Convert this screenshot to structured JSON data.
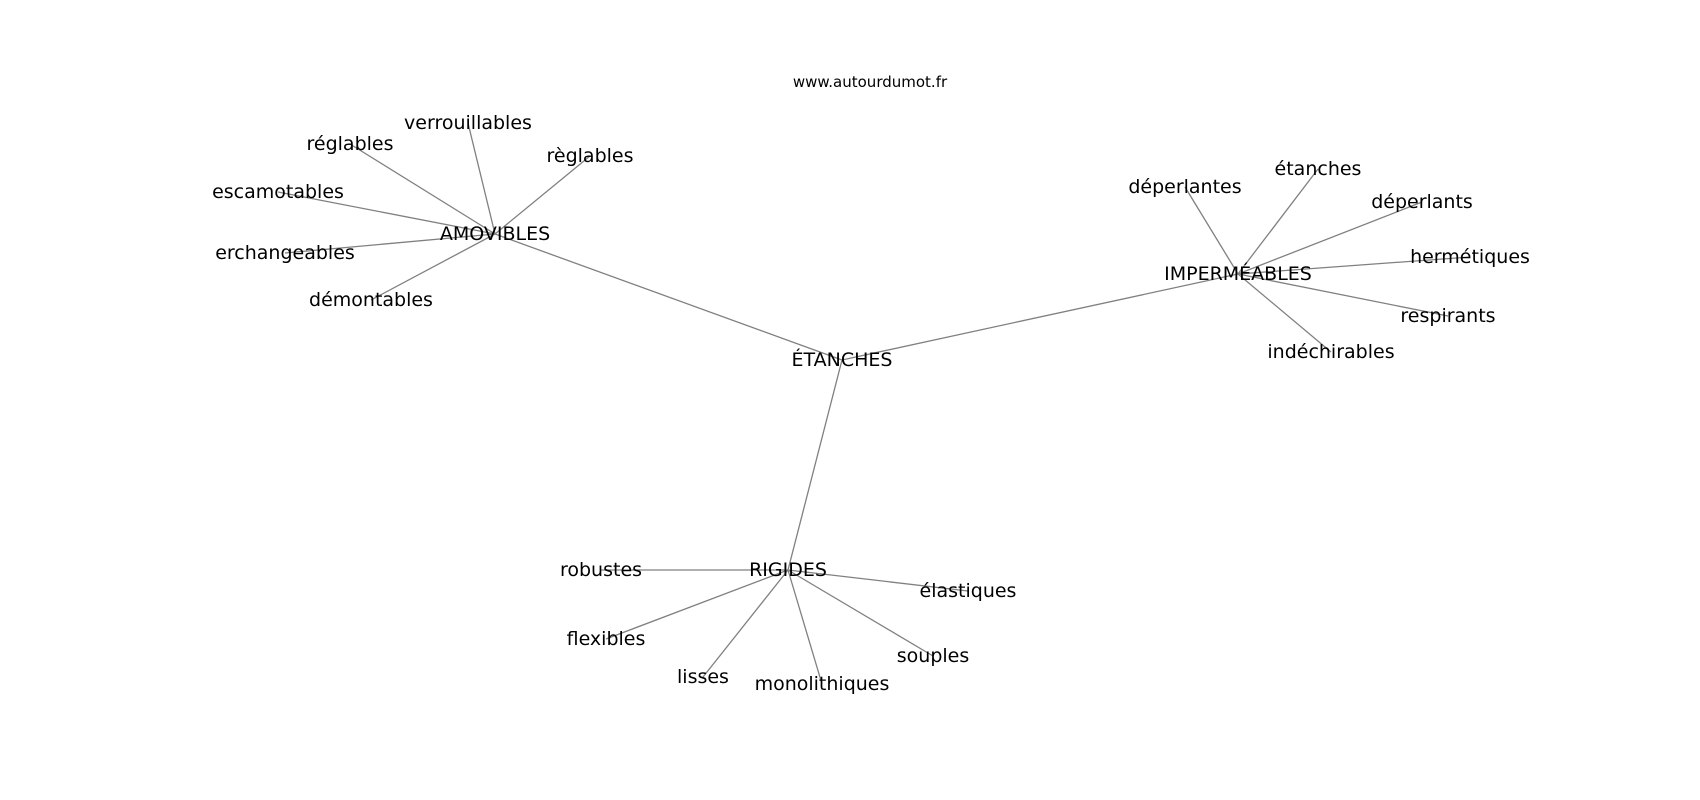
{
  "site": "www.autourdumot.fr",
  "edge_color": "#808080",
  "center": "ÉTANCHES",
  "groups": [
    {
      "hub": "AMOVIBLES",
      "leaves": [
        "verrouillables",
        "réglables",
        "règlables",
        "escamotables",
        "erchangeables",
        "démontables"
      ]
    },
    {
      "hub": "IMPERMÉABLES",
      "leaves": [
        "déperlantes",
        "étanches",
        "déperlants",
        "hermétiques",
        "respirants",
        "indéchirables"
      ]
    },
    {
      "hub": "RIGIDES",
      "leaves": [
        "robustes",
        "élastiques",
        "flexibles",
        "souples",
        "lisses",
        "monolithiques"
      ]
    }
  ]
}
